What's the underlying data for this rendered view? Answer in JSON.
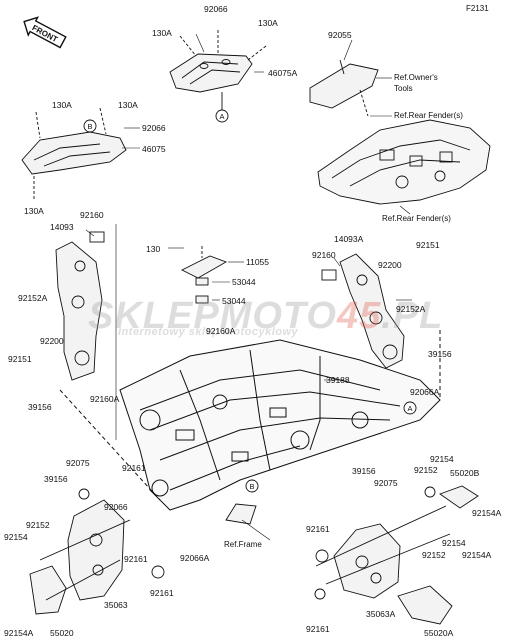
{
  "diagram_code": "F2131",
  "front_badge": "FRONT",
  "watermark": {
    "main": "SKLEPMOTO",
    "accent": "45",
    "suffix": ".PL",
    "subtitle": "Internetowy sklep motocyklowy"
  },
  "labels": {
    "p92066_top": "92066",
    "p130a_top_right": "130A",
    "p130a_top_left": "130A",
    "p46075a": "46075A",
    "p92055": "92055",
    "ref_owners_tools": "Ref.Owner's\nTools",
    "ref_rear_fender_1": "Ref.Rear Fender(s)",
    "ref_rear_fender_2": "Ref.Rear Fender(s)",
    "p130a_left1": "130A",
    "p130a_left2": "130A",
    "p92066_left": "92066",
    "p46075": "46075",
    "p130a_left_bottom": "130A",
    "p14093": "14093",
    "p92160_left": "92160",
    "p130_center": "130",
    "p11055": "11055",
    "p53044_a": "53044",
    "p53044_b": "53044",
    "p14093a": "14093A",
    "p92160_right": "92160",
    "p92151_right": "92151",
    "p92200_right": "92200",
    "p92152a_right": "92152A",
    "p92152a_left": "92152A",
    "p92200_left": "92200",
    "p92151_left": "92151",
    "p92160a_center": "92160A",
    "p39156_right": "39156",
    "p39188": "39188",
    "p92066a_right": "92066A",
    "p39156_left": "39156",
    "p92160a_left": "92160A",
    "p92075_left": "92075",
    "p39156_lower_left": "39156",
    "p92161_a": "92161",
    "p92066_mid": "92066",
    "p92152_left": "92152",
    "p92154_left": "92154",
    "p92161_b": "92161",
    "p92066a_mid": "92066A",
    "ref_frame": "Ref.Frame",
    "p92161_c": "92161",
    "p35063": "35063",
    "p92154a_left": "92154A",
    "p55020": "55020",
    "p39156_lower_right": "39156",
    "p92075_right": "92075",
    "p92154_right_top": "92154",
    "p55020b": "55020B",
    "p92152_right": "92152",
    "p92154a_right1": "92154A",
    "p92161_right": "92161",
    "p92152_right2": "92152",
    "p92154_right2": "92154",
    "p92154a_right2": "92154A",
    "p92161_right_bottom": "92161",
    "p35063a": "35063A",
    "p55020a": "55020A"
  },
  "callouts": {
    "a_top": "A",
    "a_frame": "A",
    "b_left": "B",
    "b_frame": "B"
  }
}
